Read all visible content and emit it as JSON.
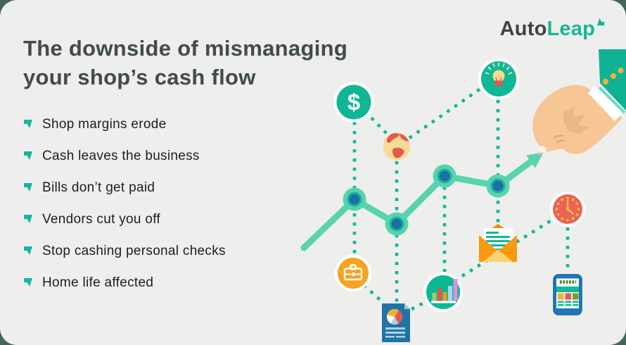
{
  "page": {
    "background_color": "#44655a",
    "card_color": "#eeefed"
  },
  "logo": {
    "part1": "Auto",
    "part2": "Leap",
    "part1_color": "#3d4247",
    "part2_color": "#14b79a",
    "mark": "arrow-up-right"
  },
  "title": {
    "line1": "The downside of mismanaging",
    "line2": "your shop’s cash flow",
    "color": "#424c4a"
  },
  "list": {
    "bullet_icon": "arrow-up-right",
    "bullet_color": "#14b79a",
    "items": [
      {
        "label": "Shop margins erode"
      },
      {
        "label": "Cash leaves the business"
      },
      {
        "label": "Bills don’t get paid"
      },
      {
        "label": "Vendors cut you off"
      },
      {
        "label": "Stop cashing personal checks"
      },
      {
        "label": "Home life affected"
      }
    ]
  },
  "illustration": {
    "description": "Hand drawing a rising trend-line chart; dotted lines connect business icons to the chart nodes",
    "dollar_symbol": "$",
    "icons": [
      "dollar-icon",
      "globe-icon",
      "lightbulb-icon",
      "briefcase-icon",
      "report-document-icon",
      "bar-chart-icon",
      "envelope-icon",
      "clock-icon",
      "smartphone-icon",
      "hand-with-sleeve",
      "trend-arrow-line"
    ],
    "palette": {
      "teal": "#14b79a",
      "mint_line": "#58d3ae",
      "node_blue": "#1d6fa6",
      "orange": "#f6a41f",
      "envelope_orange": "#f8990e",
      "coral_red": "#e95f52",
      "pale_yellow": "#f7dc8f",
      "gold": "#f2b234",
      "doc_blue": "#2273a5",
      "phone_blue": "#1d77b8",
      "light_blue": "#a5d8f3",
      "pink": "#e191d8",
      "olive": "#a8c964",
      "skin": "#f6c694"
    }
  }
}
